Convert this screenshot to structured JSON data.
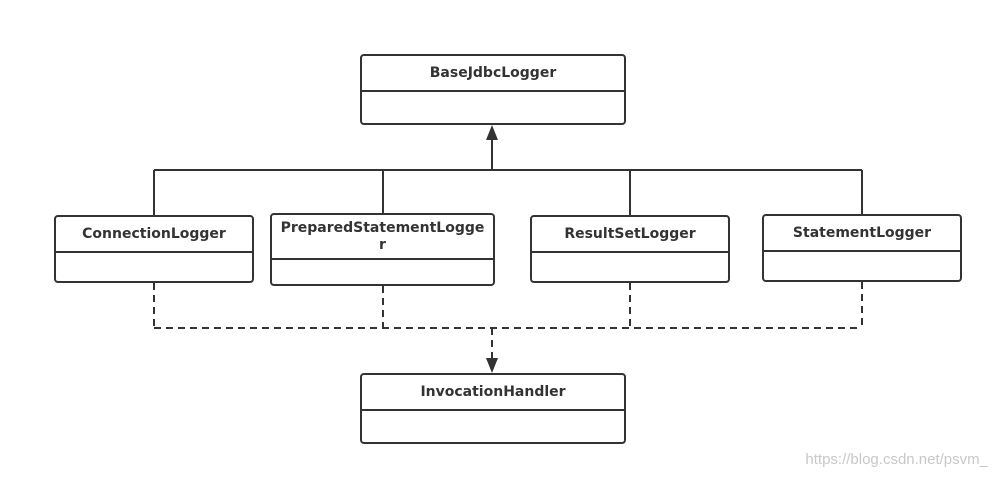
{
  "diagram": {
    "classes": {
      "base": "BaseJdbcLogger",
      "connection": "ConnectionLogger",
      "prepared": "PreparedStatementLogger",
      "resultset": "ResultSetLogger",
      "statement": "StatementLogger",
      "invocation": "InvocationHandler"
    },
    "relations": [
      {
        "from": "ConnectionLogger",
        "to": "BaseJdbcLogger",
        "kind": "inheritance"
      },
      {
        "from": "PreparedStatementLogger",
        "to": "BaseJdbcLogger",
        "kind": "inheritance"
      },
      {
        "from": "ResultSetLogger",
        "to": "BaseJdbcLogger",
        "kind": "inheritance"
      },
      {
        "from": "StatementLogger",
        "to": "BaseJdbcLogger",
        "kind": "inheritance"
      },
      {
        "from": "ConnectionLogger",
        "to": "InvocationHandler",
        "kind": "implementation"
      },
      {
        "from": "PreparedStatementLogger",
        "to": "InvocationHandler",
        "kind": "implementation"
      },
      {
        "from": "ResultSetLogger",
        "to": "InvocationHandler",
        "kind": "implementation"
      },
      {
        "from": "StatementLogger",
        "to": "InvocationHandler",
        "kind": "implementation"
      }
    ],
    "line_color": "#333333"
  },
  "watermark": "https://blog.csdn.net/psvm_"
}
